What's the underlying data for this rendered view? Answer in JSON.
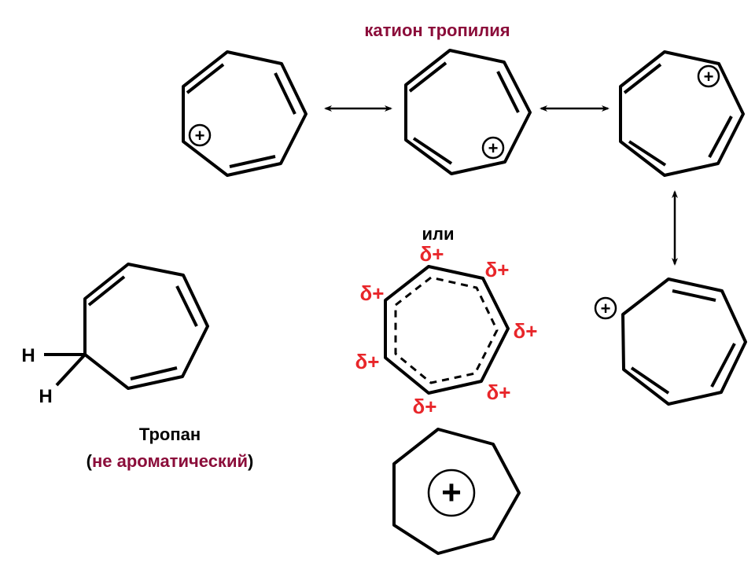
{
  "title": "катион тропилия",
  "or_label": "или",
  "plus_sign": "+",
  "delta_label": "δ+",
  "h_label": "H",
  "tropane": {
    "name": "Тропан",
    "note_open": "(",
    "note_text": "не ароматический",
    "note_close": ")"
  },
  "colors": {
    "accent": "#8b0d3a",
    "delta": "#e8262a",
    "line": "#000000"
  }
}
